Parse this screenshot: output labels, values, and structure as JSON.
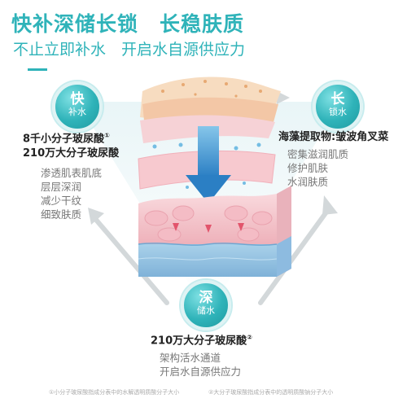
{
  "header": {
    "title": "快补深储长锁　长稳肤质",
    "subtitle": "不止立即补水　开启水自源供应力"
  },
  "badges": {
    "quick": {
      "big": "快",
      "small": "补水"
    },
    "lock": {
      "big": "长",
      "small": "锁水"
    },
    "deep": {
      "big": "深",
      "small": "储水"
    }
  },
  "left": {
    "line1": "8千小分子玻尿酸",
    "line1_mark": "①",
    "line2": "210万大分子玻尿酸",
    "effects": [
      "渗透肌表肌底",
      "层层深润",
      "减少干纹",
      "细致肤质"
    ]
  },
  "right": {
    "ingredient": "海藻提取物:皱波角叉菜",
    "effects": [
      "密集滋润肌质",
      "修护肌肤",
      "水润肤质"
    ]
  },
  "bottom": {
    "ingredient": "210万大分子玻尿酸",
    "mark": "②",
    "effects": [
      "架构活水通道",
      "开启水自源供应力"
    ]
  },
  "footnotes": {
    "note1": "①小分子玻尿酸指成分表中的水解透明质酸分子大小",
    "note2": "②大分子玻尿酸指成分表中的透明质酸钠分子大小"
  },
  "colors": {
    "accent": "#2fb3b9",
    "skin_pink": "#f6c9cf",
    "arrow_blue": "#4a9bd6"
  }
}
